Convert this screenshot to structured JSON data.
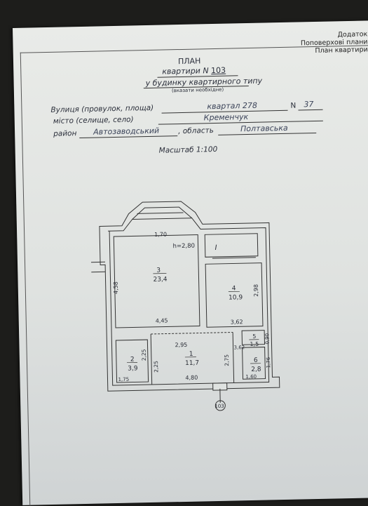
{
  "header": {
    "appendix_lines": [
      "Додаток",
      "Поповерхові плани",
      "План квартири"
    ]
  },
  "title": {
    "plan": "ПЛАН",
    "apartment_prefix": "квартири N",
    "apartment_number": "103",
    "building_type": "у будинку квартирного типу",
    "note": "(вказати необхідне)"
  },
  "address": {
    "street_label": "Вулиця (провулок, площа)",
    "street_value": "квартал 278",
    "number_label": "N",
    "number_value": "37",
    "city_label": "місто (селище, село)",
    "city_value": "Кременчук",
    "district_label": "район",
    "district_value": "Автозаводський",
    "region_label": ", область",
    "region_value": "Полтавська"
  },
  "scale": "Масштаб 1:100",
  "floor_plan": {
    "rooms": [
      {
        "number": "3",
        "area": "23,4"
      },
      {
        "number": "4",
        "area": "10,9"
      },
      {
        "number": "1",
        "area": "11,7"
      },
      {
        "number": "2",
        "area": "3,9"
      },
      {
        "number": "5",
        "area": "1,5"
      },
      {
        "number": "6",
        "area": "2,8"
      }
    ],
    "ceiling_height": "h=2,80",
    "balcony_mark": "I",
    "dimensions": {
      "bay_width": "1,70",
      "room3_height": "4,58",
      "room3_width": "4,45",
      "room4_height": "2,98",
      "room4_width": "3,62",
      "hall_width": "2,95",
      "room2_h1": "2,25",
      "room2_h2": "2,25",
      "hall_height": "2,75",
      "room5_width": "3,62",
      "room5_height": "0,90",
      "room6_height": "1,76",
      "room2_width": "1,75",
      "hall_bottom": "4,80",
      "room6_width": "1,60"
    },
    "entrance": "103"
  }
}
